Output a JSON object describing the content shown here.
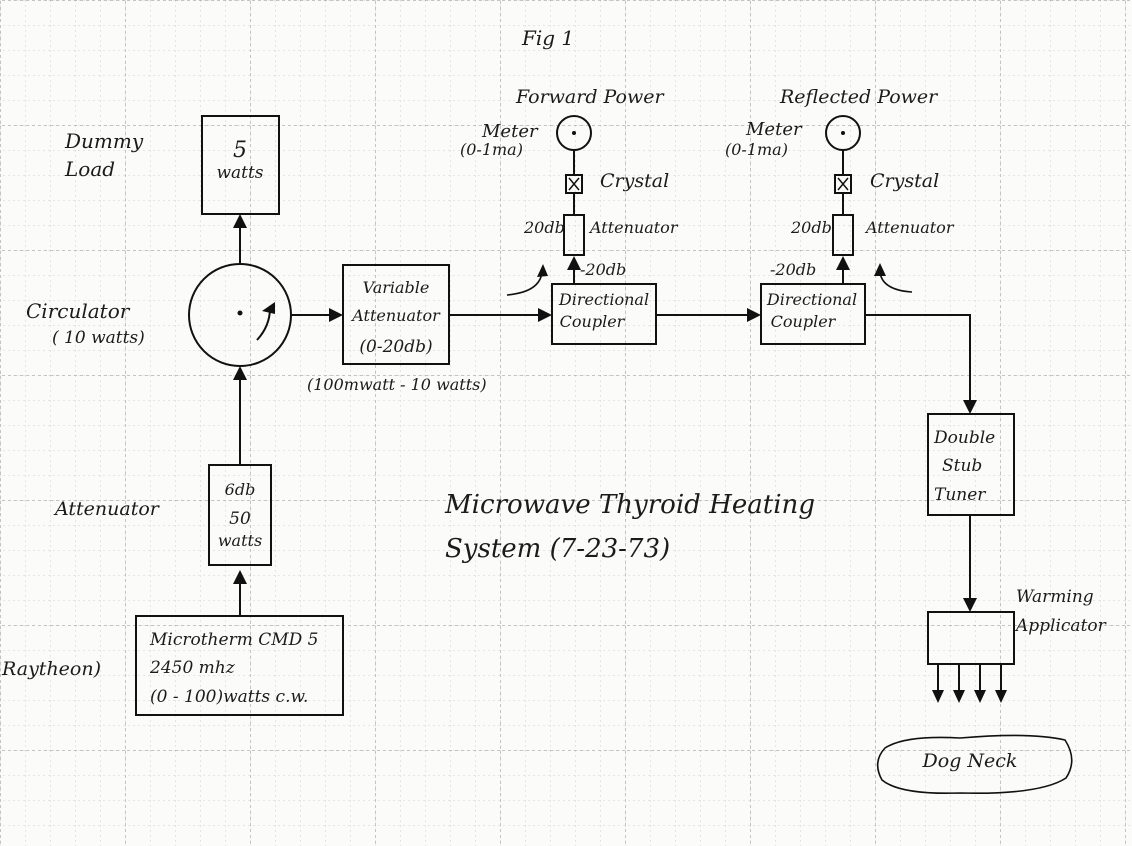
{
  "colors": {
    "ink": "#111111",
    "grid_minor": "#c4c4c4",
    "grid_major": "#8c8c8c",
    "paper": "#fbfbf9"
  },
  "figure": {
    "label": "Fig 1"
  },
  "title": {
    "line1": "Microwave Thyroid Heating",
    "line2": "System (7-23-73)"
  },
  "dummy_load": {
    "label_line1": "Dummy",
    "label_line2": "Load",
    "box_line1": "5",
    "box_line2": "watts"
  },
  "circulator": {
    "label": "Circulator",
    "rating": "( 10 watts)"
  },
  "attenuator_6db": {
    "label": "Attenuator",
    "box_line1": "6db",
    "box_line2": "50",
    "box_line3": "watts"
  },
  "source": {
    "line1": "Microtherm CMD 5",
    "line2": "2450 mhz",
    "line3": "(0 - 100)watts c.w.",
    "maker": "Raytheon)"
  },
  "variable_attenuator": {
    "line1": "Variable",
    "line2": "Attenuator",
    "line3": "(0-20db)",
    "range": "(100mwatt - 10 watts)"
  },
  "forward_branch": {
    "title": "Forward Power",
    "meter_line1": "Meter",
    "meter_line2": "(0-1ma)",
    "crystal": "Crystal",
    "pad_value": "20db",
    "pad_label": "Attenuator",
    "coupling": "-20db",
    "coupler_line1": "Directional",
    "coupler_line2": "Coupler"
  },
  "reflected_branch": {
    "title": "Reflected Power",
    "meter_line1": "Meter",
    "meter_line2": "(0-1ma)",
    "crystal": "Crystal",
    "pad_value": "20db",
    "pad_label": "Attenuator",
    "coupling": "-20db",
    "coupler_line1": "Directional",
    "coupler_line2": "Coupler"
  },
  "tuner": {
    "line1": "Double",
    "line2": "Stub",
    "line3": "Tuner"
  },
  "applicator": {
    "line1": "Warming",
    "line2": "Applicator"
  },
  "target": {
    "label": "Dog Neck"
  }
}
